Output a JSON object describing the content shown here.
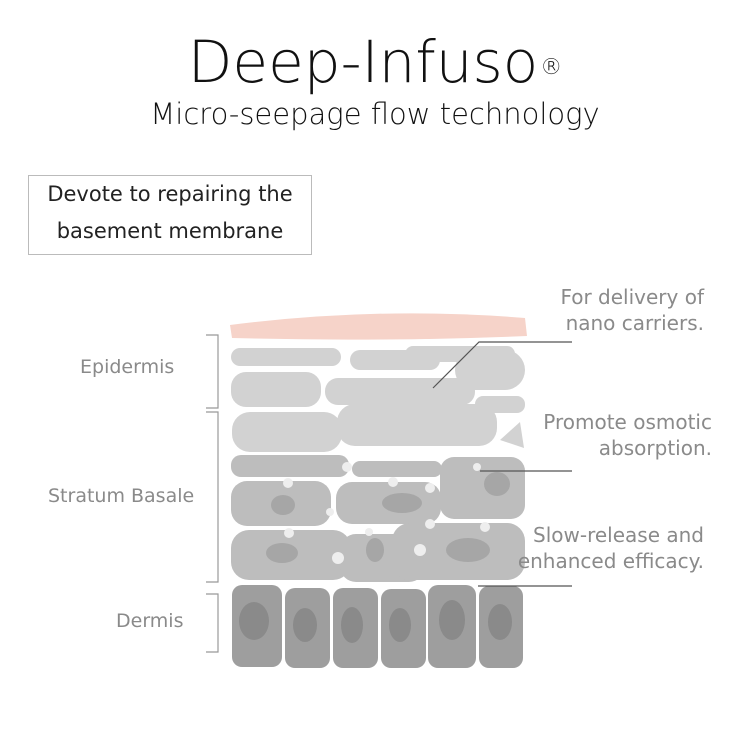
{
  "header": {
    "title": "Deep-Infuso",
    "registered_mark": "®",
    "subtitle": "Micro-seepage flow technology"
  },
  "callout_box": {
    "line1": "Devote to repairing the",
    "line2": "basement membrane"
  },
  "layers": [
    {
      "label": "Epidermis"
    },
    {
      "label": "Stratum Basale"
    },
    {
      "label": "Dermis"
    }
  ],
  "annotations": [
    {
      "line1": "For delivery of",
      "line2": "nano carriers."
    },
    {
      "line1": "Promote osmotic",
      "line2": "absorption."
    },
    {
      "line1": "Slow-release and",
      "line2": "enhanced efficacy."
    }
  ],
  "colors": {
    "surface": "#f6d3c9",
    "cell_light": "#cfcfcf",
    "cell_mid": "#bdbdbd",
    "cell_dark": "#9e9e9e",
    "nucleus": "#a6a6a6",
    "text_gray": "#8a8a8a"
  }
}
